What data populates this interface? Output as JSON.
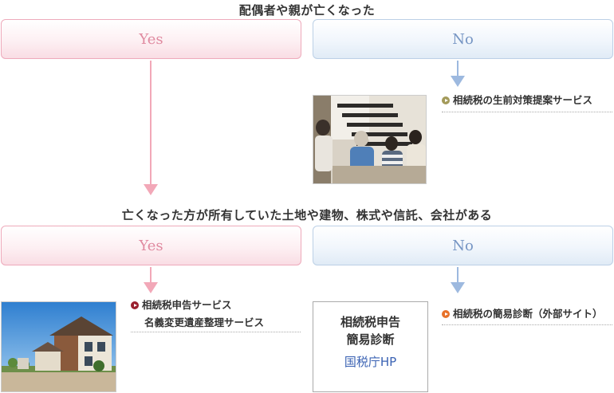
{
  "section1": {
    "question": "配偶者や親が亡くなった",
    "yes_label": "Yes",
    "no_label": "No",
    "no_link": "相続税の生前対策提案サービス"
  },
  "section2": {
    "question": "亡くなった方が所有していた土地や建物、株式や信託、会社がある",
    "yes_label": "Yes",
    "no_label": "No",
    "yes_links": [
      "相続税申告サービス",
      "名義変更遺産整理サービス"
    ],
    "no_link": "相続税の簡易診断（外部サイト）",
    "nta_box": {
      "line1": "相続税申告",
      "line2": "簡易診断",
      "line3": "国税庁HP"
    }
  },
  "colors": {
    "yes_accent": "#f2a8b8",
    "no_accent": "#9db9df",
    "bullet_olive": "#a39a5a",
    "bullet_maroon": "#9a1f2e",
    "bullet_orange": "#e8722a",
    "nta_blue": "#3a62b3"
  },
  "icons": [
    "arrow-down-icon",
    "circle-play-bullet-icon"
  ]
}
